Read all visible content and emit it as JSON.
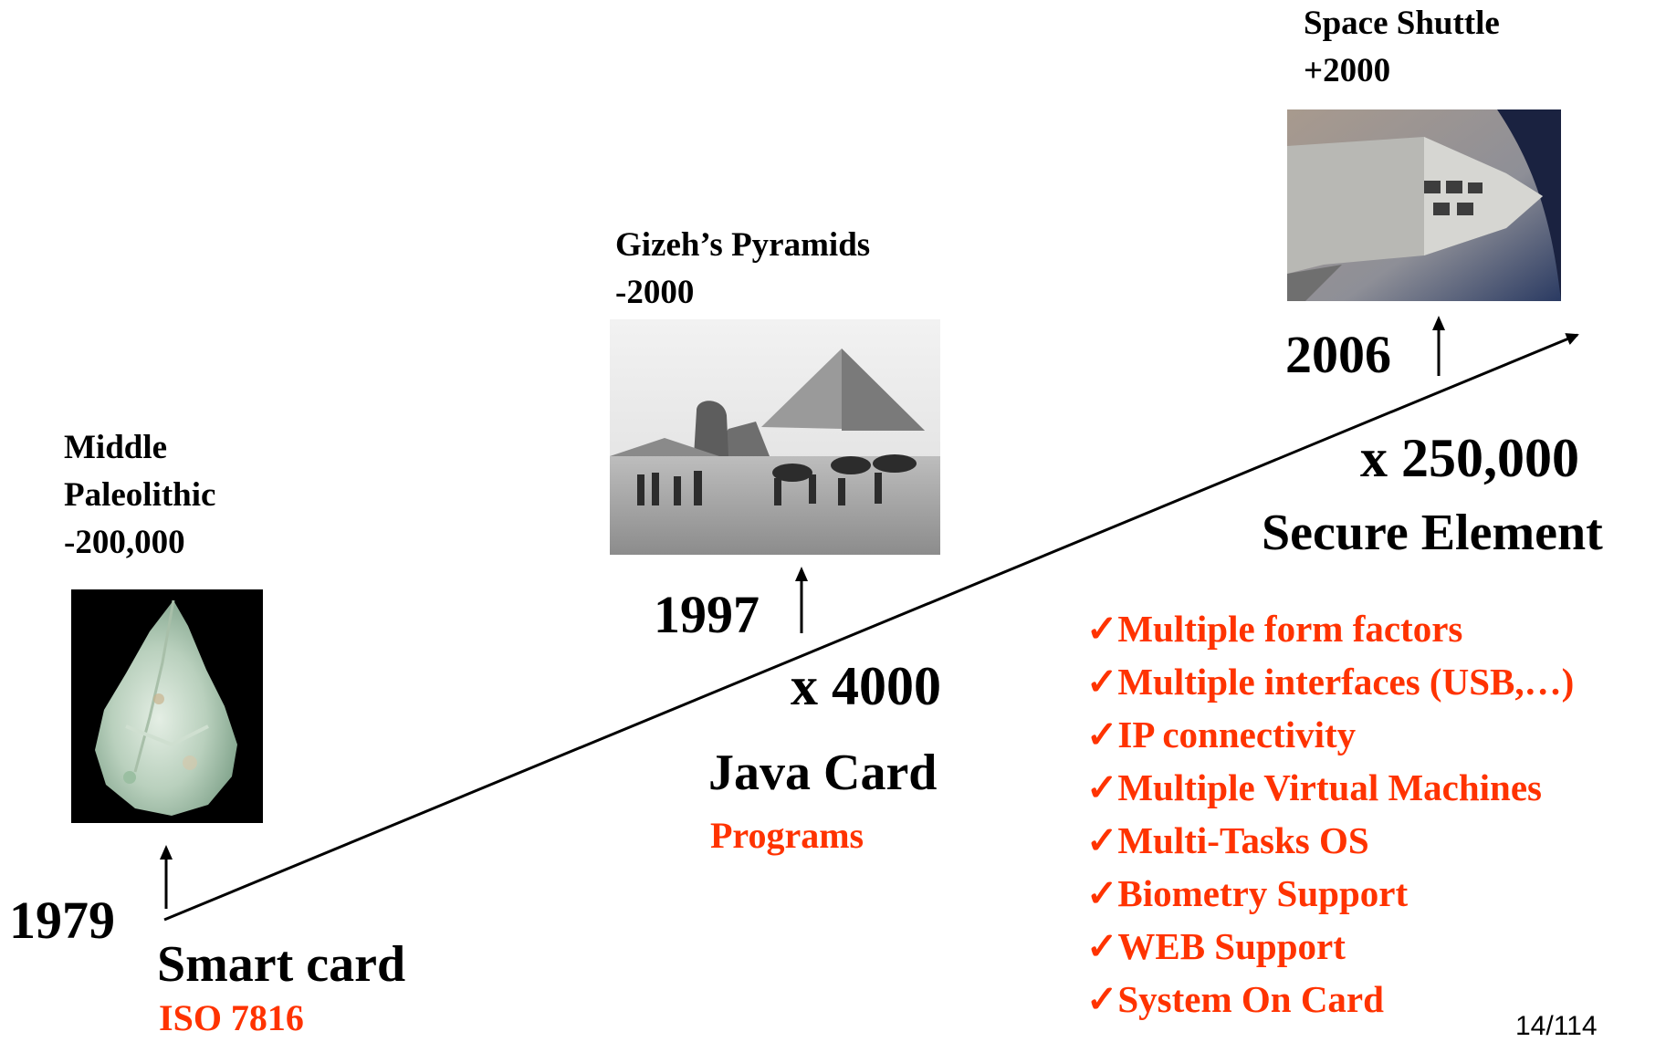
{
  "milestones": [
    {
      "year": "1979",
      "title": "Smart card",
      "subtitle": "ISO 7816",
      "era_lines": [
        "Middle",
        "Paleolithic",
        "-200,000"
      ],
      "image_icon": "stone-hand-axe-image"
    },
    {
      "year": "1997",
      "multiplier": "x 4000",
      "title": "Java Card",
      "subtitle": "Programs",
      "era_lines": [
        "Gizeh’s Pyramids",
        "-2000"
      ],
      "image_icon": "pyramids-sphinx-photo"
    },
    {
      "year": "2006",
      "multiplier": "x 250,000",
      "title": "Secure Element",
      "era_lines": [
        "Space Shuttle",
        "+2000"
      ],
      "image_icon": "space-shuttle-photo"
    }
  ],
  "features": [
    "Multiple form factors",
    "Multiple interfaces (USB,…)",
    "IP connectivity",
    "Multiple Virtual Machines",
    "Multi-Tasks OS",
    "Biometry Support",
    "WEB Support",
    "System On Card"
  ],
  "checkmark": "✓",
  "page_number": "14/114",
  "colors": {
    "accent": "#ff3300",
    "text": "#000000",
    "background": "#ffffff"
  }
}
